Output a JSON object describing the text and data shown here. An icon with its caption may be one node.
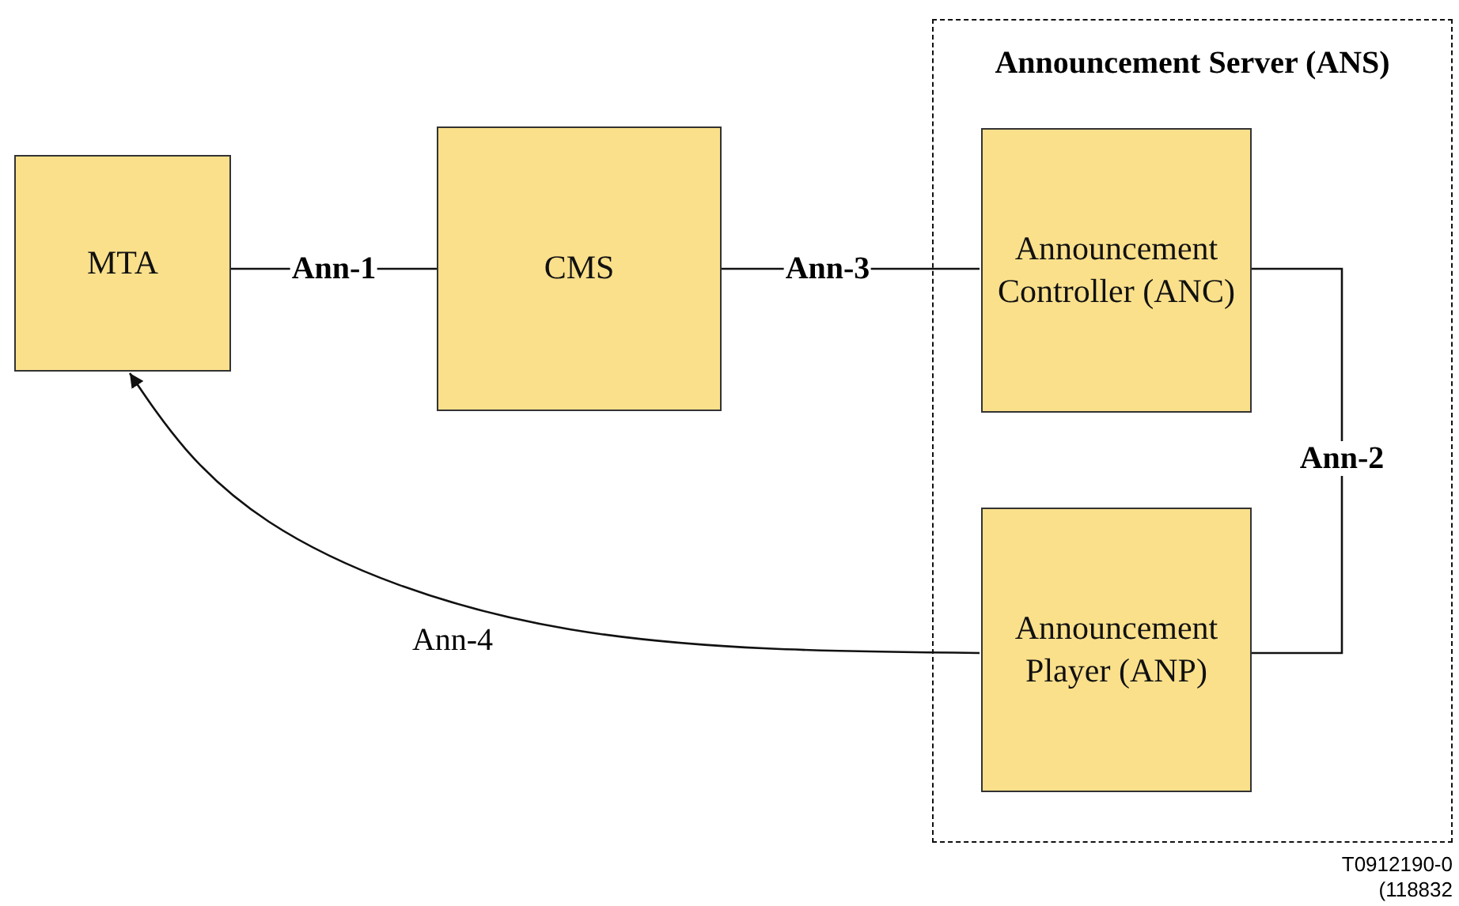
{
  "diagram": {
    "nodes": [
      {
        "text": [
          "Announcement Server (ANS)"
        ]
      },
      {
        "text": [
          "MTA"
        ]
      },
      {
        "text": [
          "CMS"
        ]
      },
      {
        "text": [
          "Announcement Controller (ANC)"
        ],
        "in": 0
      },
      {
        "text": [
          "Announcement Player (ANP)"
        ],
        "in": 0
      }
    ],
    "edges": [
      {
        "from": 1,
        "to": 2,
        "arrow": "none",
        "label": "Ann-1"
      },
      {
        "from": 2,
        "to": 3,
        "arrow": "none",
        "label": "Ann-3"
      },
      {
        "from": 3,
        "to": 4,
        "arrow": "none",
        "label": "Ann-2"
      },
      {
        "from": 4,
        "to": 1,
        "arrow": "to",
        "label": "Ann-4"
      }
    ],
    "labels": [
      "T0912190-0",
      "(118832"
    ]
  }
}
